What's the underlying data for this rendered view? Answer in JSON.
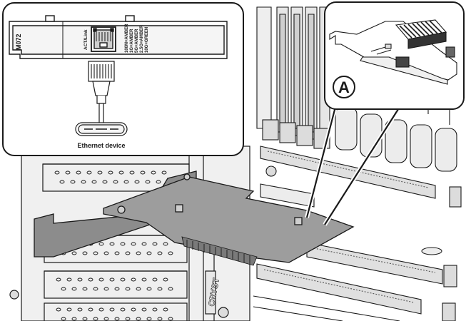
{
  "callout": {
    "label": "A"
  },
  "inset": {
    "bracket_model": "M072",
    "port_text_left": "ACT/Link",
    "port_text_right": [
      "10G=GREEN",
      "2.5G=AMBER",
      "5G=AMBER",
      "1G=AMBER",
      "100M=AMBER"
    ],
    "device_label": "Ethernet device"
  },
  "chassis": {
    "stamp_text": "CRYST"
  },
  "colors": {
    "line": "#1a1a1a",
    "pcb": "#9a9a9a",
    "pcb_dark": "#7d7d7d",
    "chassis": "#f2f2f2",
    "shade": "#cfcfcf"
  }
}
